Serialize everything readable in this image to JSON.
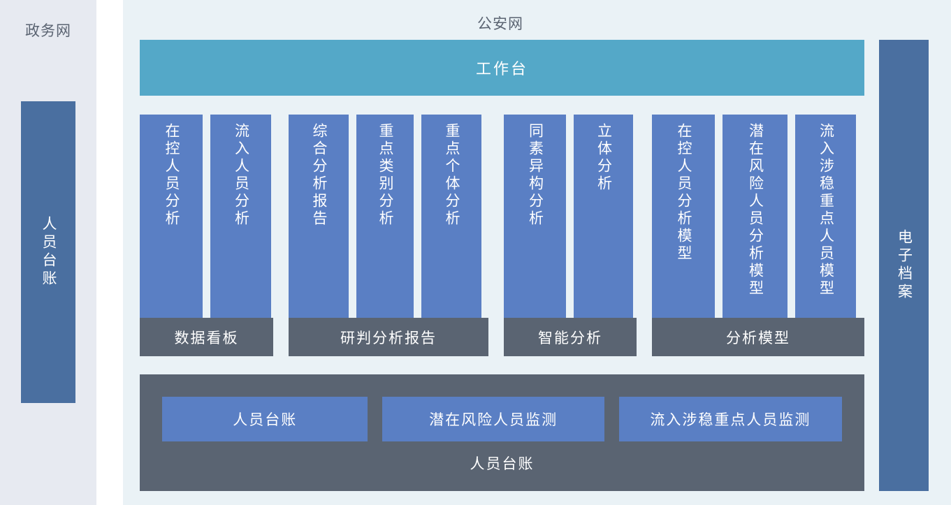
{
  "left_panel": {
    "title": "政务网",
    "card_label": "人员台账"
  },
  "flow": {
    "arrow_icon": "arrow-right-icon"
  },
  "main_panel": {
    "title": "公安网",
    "workbench_label": "工作台",
    "groups": [
      {
        "footer": "数据看板",
        "cards": [
          {
            "label": "在控人员分析"
          },
          {
            "label": "流入人员分析"
          }
        ]
      },
      {
        "footer": "研判分析报告",
        "cards": [
          {
            "label": "综合分析报告"
          },
          {
            "label": "重点类别分析"
          },
          {
            "label": "重点个体分析"
          }
        ]
      },
      {
        "footer": "智能分析",
        "cards": [
          {
            "label": "同素异构分析"
          },
          {
            "label": "立体分析"
          }
        ]
      },
      {
        "footer": "分析模型",
        "cards": [
          {
            "label": "在控人员分析模型"
          },
          {
            "label": "潜在风险人员分析模型"
          },
          {
            "label": "流入涉稳重点人员模型"
          }
        ]
      }
    ],
    "ledger": {
      "caption": "人员台账",
      "boxes": [
        {
          "label": "人员台账"
        },
        {
          "label": "潜在风险人员监测"
        },
        {
          "label": "流入涉稳重点人员监测"
        }
      ]
    }
  },
  "right_panel": {
    "card_label": "电子档案"
  },
  "colors": {
    "panel_left_bg": "#e7eaf1",
    "panel_main_bg": "#eaf2f6",
    "card_blue": "#5a7fc4",
    "side_blue": "#4a6fa0",
    "teal": "#54a8c8",
    "gray": "#5a6472",
    "title_text": "#5b6472"
  }
}
